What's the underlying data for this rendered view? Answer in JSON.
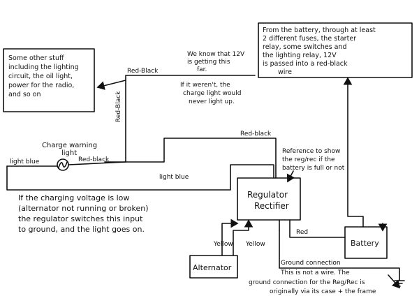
{
  "boxes": {
    "other_stuff": [
      "Some other stuff",
      "including the lighting",
      "circuit, the oil light,",
      "power for the radio,",
      "and so on"
    ],
    "battery_feed": [
      "From the battery, through at least",
      "2 different fuses, the starter",
      "relay, some switches and",
      "the lighting relay, 12V",
      "is passed into a red-black",
      "wire"
    ],
    "regulator": [
      "Regulator",
      "Rectifier"
    ],
    "battery": "Battery",
    "alternator": "Alternator",
    "charge_light": [
      "Charge warning",
      "light"
    ]
  },
  "wire_labels": {
    "red_black_top": "Red-Black",
    "red_black_vertical": "Red-Black",
    "red_black_mid": "Red-black",
    "red_black_light": "Red-black",
    "light_blue_left": "light blue",
    "light_blue_mid": "light blue",
    "red": "Red",
    "yellow_1": "Yellow",
    "yellow_2": "Yellow"
  },
  "notes": {
    "twelve_volts": [
      "We know that 12V",
      "is getting this",
      "far."
    ],
    "never_light": [
      "If it weren't, the",
      "charge light would",
      "never light up."
    ],
    "reference": [
      "Reference to show",
      "the reg/rec if the",
      "battery is full or not"
    ],
    "charging_low": [
      "If the charging voltage is low",
      "(alternator not running or broken)",
      "the regulator switches this input",
      "to ground, and the light goes on."
    ],
    "ground": [
      "Ground connection",
      "This is not a wire. The",
      "ground connection for the Reg/Rec is",
      "originally via its case + the frame"
    ]
  },
  "colors": {
    "ink": "#111111",
    "paper": "#ffffff"
  }
}
